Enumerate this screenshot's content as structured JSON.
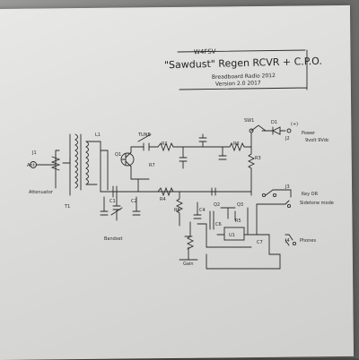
{
  "title_block": {
    "callsign": "W4FSV",
    "title": "\"Sawdust\" Regen RCVR + C.P.O.",
    "subtitle": "Breadboard Radio 2012",
    "version": "Version 2.0  2017"
  },
  "labels": {
    "ant": "Ant",
    "j1": "J1",
    "t1": "T1",
    "attenuator": "Attenuator",
    "tune": "TUNE",
    "q1": "Q1",
    "bandset": "Bandset",
    "gain": "Gain",
    "r1": "R1",
    "r2": "R2",
    "r3": "R3",
    "r4": "R4",
    "r5": "R5",
    "r6": "R6",
    "r7": "R7",
    "c1": "C1",
    "c2": "C2",
    "c4": "C4",
    "c6": "C6",
    "c7": "C7",
    "l1": "L1",
    "q2": "Q2",
    "q3": "Q3",
    "u1": "U1",
    "sw1": "SW1",
    "d1": "D1",
    "j2": "J2",
    "j3": "J3",
    "j4": "J4",
    "plus": "(+)",
    "power": "Power",
    "power_volts": "9volt 9Vdc",
    "key": "Key OR",
    "sidetone": "Sidetone mode",
    "phones": "Phones"
  },
  "colors": {
    "ink": "#2b2b2b",
    "paper": "#dedede",
    "background": "#6e6e6c"
  }
}
